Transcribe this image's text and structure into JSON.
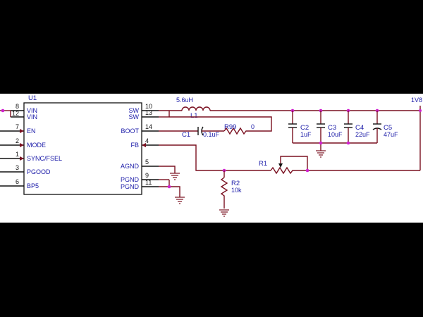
{
  "schematic": {
    "u1": {
      "ref": "U1",
      "left_pins": [
        {
          "num": "8",
          "name": "VIN"
        },
        {
          "num": "12",
          "name": "VIN"
        },
        {
          "num": "7",
          "name": "EN"
        },
        {
          "num": "2",
          "name": "MODE"
        },
        {
          "num": "1",
          "name": "SYNC/FSEL"
        },
        {
          "num": "3",
          "name": "PGOOD"
        },
        {
          "num": "6",
          "name": "BP5"
        }
      ],
      "right_pins": [
        {
          "num": "10",
          "name": "SW"
        },
        {
          "num": "13",
          "name": "SW"
        },
        {
          "num": "14",
          "name": "BOOT"
        },
        {
          "num": "4",
          "name": "FB"
        },
        {
          "num": "5",
          "name": "AGND"
        },
        {
          "num": "9",
          "name": "PGND"
        },
        {
          "num": "11",
          "name": "PGND"
        }
      ]
    },
    "l1": {
      "ref": "L1",
      "value": "5.6uH"
    },
    "c1": {
      "ref": "C1",
      "value": "0.1uF"
    },
    "r99": {
      "ref": "R99",
      "value": "0"
    },
    "output_net": "1V8",
    "caps": [
      {
        "ref": "C2",
        "value": "1uF"
      },
      {
        "ref": "C3",
        "value": "10uF"
      },
      {
        "ref": "C4",
        "value": "22uF"
      },
      {
        "ref": "C5",
        "value": "47uF"
      }
    ],
    "r1": {
      "ref": "R1"
    },
    "r2": {
      "ref": "R2",
      "value": "10k"
    },
    "colors": {
      "wire": "#7a1020",
      "junction": "#d020d0",
      "label": "#1a1aa8",
      "background": "#ffffff"
    }
  }
}
